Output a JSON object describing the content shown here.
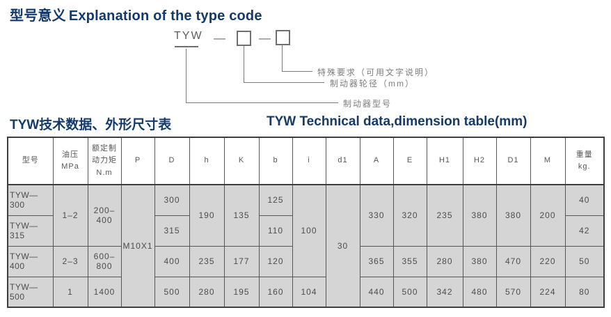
{
  "titles": {
    "main_zh": "型号意义",
    "main_en": "Explanation of the type code",
    "table_zh": "TYW技术数据、外形尺寸表",
    "table_en": "TYW Technical data,dimension table(mm)"
  },
  "diagram": {
    "code": "TYW",
    "separator": "—",
    "label_special": "特殊要求（可用文字说明）",
    "label_diameter": "制动器轮径（mm）",
    "label_model": "制动器型号"
  },
  "table": {
    "headers": [
      "型号",
      "油压\nMPa",
      "额定制\n动力矩\nN.m",
      "P",
      "D",
      "h",
      "K",
      "b",
      "i",
      "d1",
      "A",
      "E",
      "H1",
      "H2",
      "D1",
      "M",
      "重量\nkg."
    ],
    "rows": [
      {
        "model": "TYW—300",
        "oil": "1–2",
        "torque": "200–400",
        "P": "M10X1",
        "D": "300",
        "h": "190",
        "K": "135",
        "b": "125",
        "i": "100",
        "d1": "30",
        "A": "330",
        "E": "320",
        "H1": "235",
        "H2": "380",
        "D1": "380",
        "M": "200",
        "weight": "40"
      },
      {
        "model": "TYW—315",
        "D": "315",
        "b": "110",
        "weight": "42"
      },
      {
        "model": "TYW—400",
        "oil": "2–3",
        "torque": "600–800",
        "D": "400",
        "h": "235",
        "K": "177",
        "b": "120",
        "A": "365",
        "E": "355",
        "H1": "280",
        "H2": "380",
        "D1": "470",
        "M": "220",
        "weight": "50"
      },
      {
        "model": "TYW—500",
        "oil": "1",
        "torque": "1400",
        "D": "500",
        "h": "280",
        "K": "195",
        "b": "160",
        "i": "104",
        "A": "440",
        "E": "500",
        "H1": "342",
        "H2": "480",
        "D1": "570",
        "M": "224",
        "weight": "80"
      }
    ]
  }
}
